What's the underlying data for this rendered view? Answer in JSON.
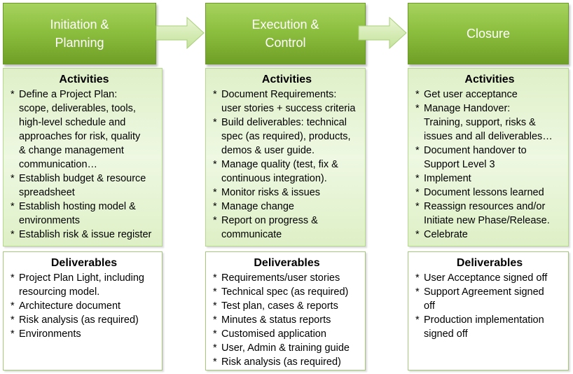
{
  "phases": [
    {
      "title": "Initiation &\nPlanning"
    },
    {
      "title": "Execution &\nControl"
    },
    {
      "title": "Closure"
    }
  ],
  "columns": [
    {
      "activities_heading": "Activities",
      "activities": [
        "Define a Project Plan:\nscope, deliverables,  tools,\nhigh-level schedule and\napproaches for risk, quality\n& change management\ncommunication…",
        "Establish budget & resource\nspreadsheet",
        " Establish hosting model &\nenvironments",
        "Establish risk & issue register"
      ],
      "deliverables_heading": "Deliverables",
      "deliverables": [
        "Project Plan Light, including\nresourcing model.",
        "Architecture document",
        "Risk analysis  (as required)",
        "Environments"
      ]
    },
    {
      "activities_heading": "Activities",
      "activities": [
        "Document Requirements:\nuser stories + success criteria",
        "Build deliverables: technical\nspec (as required), products,\ndemos & user guide.",
        "Manage quality (test, fix &\ncontinuous integration).",
        "Monitor risks & issues",
        "Manage change",
        "Report on progress &\ncommunicate"
      ],
      "deliverables_heading": "Deliverables",
      "deliverables": [
        "Requirements/user stories",
        "Technical spec (as required)",
        "Test plan, cases & reports",
        "Minutes & status reports",
        "Customised application",
        "User, Admin & training guide",
        "Risk analysis  (as required)"
      ]
    },
    {
      "activities_heading": "Activities",
      "activities": [
        "Get user acceptance",
        "Manage Handover:\nTraining, support, risks &\nissues and all deliverables…",
        "Document handover to\nSupport Level 3",
        "Implement",
        "Document lessons learned",
        "Reassign resources and/or\nInitiate new Phase/Release.",
        "Celebrate"
      ],
      "deliverables_heading": "Deliverables",
      "deliverables": [
        "User Acceptance signed off",
        "Support Agreement signed\noff",
        "Production implementation\nsigned off"
      ]
    }
  ],
  "colors": {
    "phase_green": "#8dbf3f",
    "activities_bg": "#e6f4d4",
    "border_green": "#a4c97a"
  }
}
